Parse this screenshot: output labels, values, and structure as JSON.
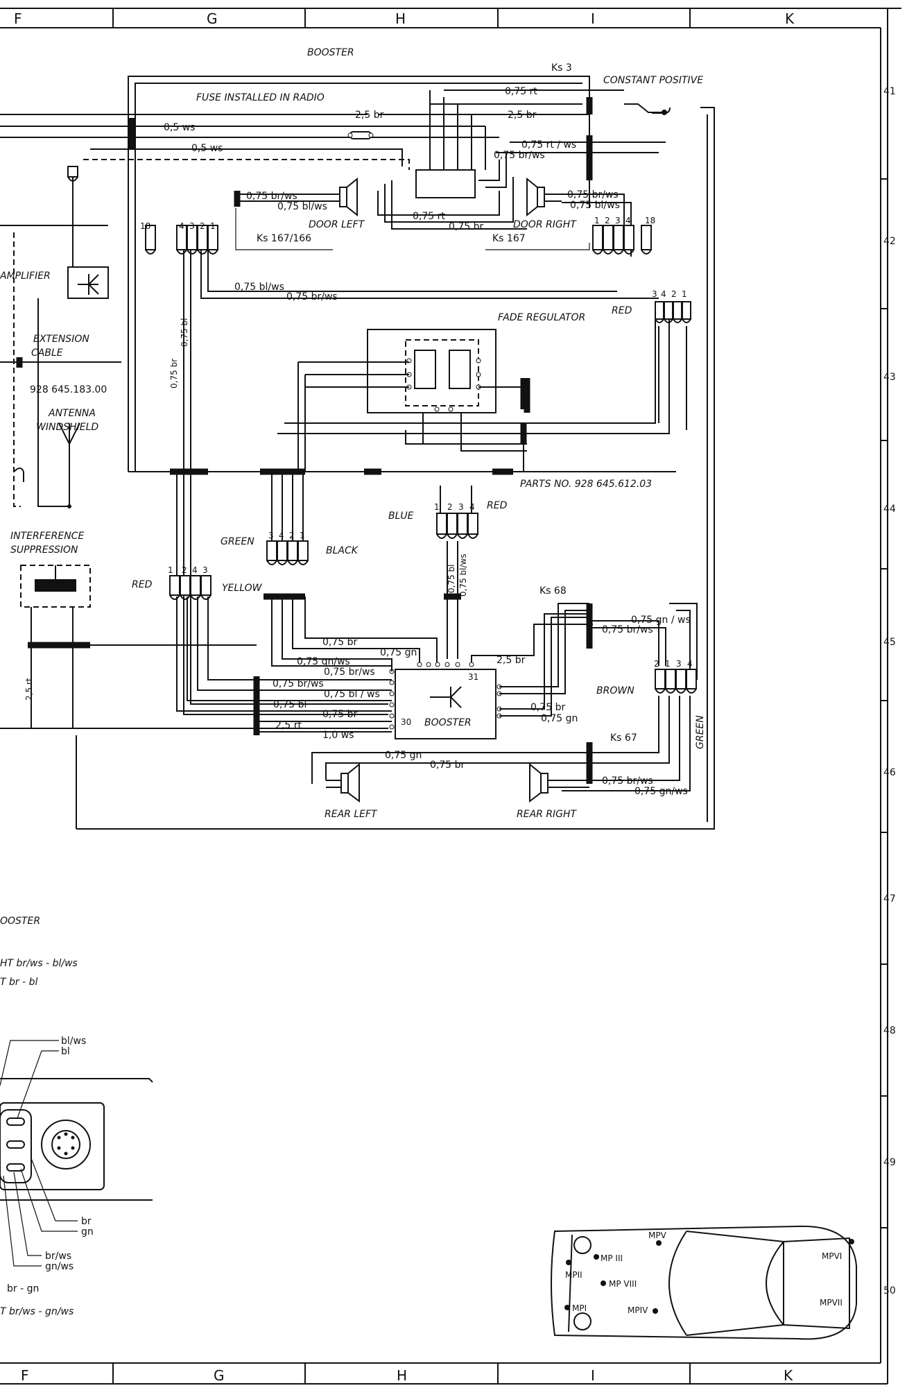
{
  "columns": {
    "f": "F",
    "g": "G",
    "h": "H",
    "i": "I",
    "k": "K"
  },
  "rows": [
    "41",
    "42",
    "43",
    "44",
    "45",
    "46",
    "47",
    "48",
    "49",
    "50"
  ],
  "top": {
    "booster_title": "BOOSTER",
    "ks3": "Ks 3",
    "constant_positive": "CONSTANT POSITIVE",
    "fuse_in_radio": "FUSE INSTALLED IN RADIO",
    "w075rt": "0,75 rt",
    "w25br_a": "2,5 br",
    "w25br_b": "2,5 br",
    "w05ws_a": "0,5 ws",
    "w05ws_b": "0,5 ws",
    "w075rtws": "0,75 rt / ws",
    "w075brws_r": "0,75 br/ws",
    "w075brws_l": "0,75 br/ws",
    "w075blws_l": "0,75 bl/ws",
    "w075rt_b": "0,75 rt",
    "w075br_b": "0,75 br",
    "w075brws_dr": "0,75 br/ws",
    "w075blws_dr": "0,75 bl/ws",
    "door_left": "DOOR LEFT",
    "door_right": "DOOR RIGHT",
    "ks167_166": "Ks 167/166",
    "ks167": "Ks 167"
  },
  "left": {
    "amplifier": "AMPLIFIER",
    "extension_cable": "EXTENSION",
    "extension_cable2": "CABLE",
    "part_no": "928 645.183.00",
    "antenna": "ANTENNA",
    "windshield": "WINDSHIELD",
    "interference": "INTERFERENCE",
    "suppression": "SUPPRESSION",
    "w25rt_v": "2,5 rt"
  },
  "middle": {
    "w075blws_long": "0,75 bl/ws",
    "w075brws_long": "0,75 br/ws",
    "fade_regulator": "FADE REGULATOR",
    "red_fade": "RED",
    "w075br_v": "0,75 br",
    "w075bl_v": "0,75 bl",
    "parts_no": "PARTS NO. 928 645.612.03",
    "blue": "BLUE",
    "red_bot": "RED",
    "green": "GREEN",
    "black": "BLACK",
    "red_left": "RED",
    "yellow": "YELLOW",
    "w075bl_v2": "0,75 bl",
    "w075blws_v2": "0,75 bl/ws",
    "ks68": "Ks 68"
  },
  "booster_area": {
    "w075gnws_r": "0,75 gn / ws",
    "w075brws_r2": "0,75 br/ws",
    "w075br_t": "0,75 br",
    "w075gn_t": "0,75 gn",
    "w075gnws_l": "0,75 gn/ws",
    "w25br_c": "2,5 br",
    "w075brws_l2": "0,75 br/ws",
    "w075brws_l3": "0,75 br/ws",
    "w075blws_l3": "0,75 bl / ws",
    "w075bl_l3": "0,75 bl",
    "w075br_l3": "0,75 br",
    "w25rt_l3": "2,5 rt",
    "w10ws": "1,0 ws",
    "w075br_r3": "0,75 br",
    "w075gn_r3": "0,75 gn",
    "pin31": "31",
    "pin30": "30",
    "booster_label": "BOOSTER",
    "brown": "BROWN",
    "green_v": "GREEN",
    "ks67": "Ks 67",
    "w075gn_rear": "0,75 gn",
    "w075br_rear": "0,75 br",
    "w075brws_rear": "0,75 br/ws",
    "w075gnws_rear": "0,75 gn/ws",
    "rear_left": "REAR LEFT",
    "rear_right": "REAR RIGHT"
  },
  "legend": {
    "booster": "OOSTER",
    "right": "HT  br/ws - bl/ws",
    "left": "T  br - bl",
    "blws": "bl/ws",
    "bl": "bl",
    "br": "br",
    "gn": "gn",
    "brws": "br/ws",
    "gnws": "gn/ws",
    "brgn": "br - gn",
    "right2": "T  br/ws - gn/ws"
  },
  "car": {
    "mpv": "MPV",
    "mp3": "MP III",
    "mp2": "MPII",
    "mp8": "MP VIII",
    "mp1": "MPI",
    "mp4": "MPIV",
    "mp6": "MPVI",
    "mp7": "MPVII"
  },
  "pins": {
    "p1": "1",
    "p2": "2",
    "p3": "3",
    "p4": "4",
    "p18": "18",
    "c1": "1",
    "c2": "2",
    "c3": "3",
    "c4": "4"
  }
}
